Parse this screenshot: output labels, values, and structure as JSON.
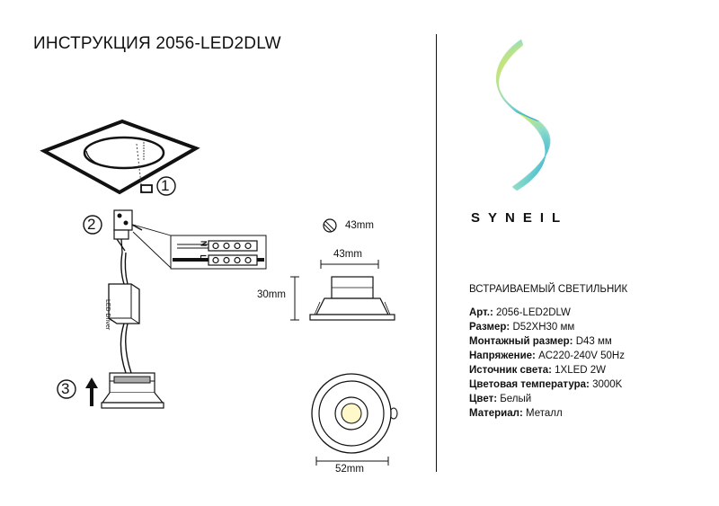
{
  "document": {
    "title": "ИНСТРУКЦИЯ 2056-LED2DLW"
  },
  "logo": {
    "brand": "SYNEIL",
    "colors": [
      "#e6e84a",
      "#7fd6d0",
      "#1aa8d9"
    ]
  },
  "diagram": {
    "step_labels": [
      "1",
      "2",
      "3"
    ],
    "terminal_labels": {
      "neutral": "N",
      "line": "L"
    },
    "driver_label": "LED Driver",
    "cutout_label": "43mm",
    "width_label": "43mm",
    "height_label": "30mm",
    "diameter_label": "52mm"
  },
  "product": {
    "heading": "ВСТРАИВАЕМЫЙ СВЕТИЛЬНИК",
    "specs": [
      {
        "label": "Арт.:",
        "value": "2056-LED2DLW"
      },
      {
        "label": "Размер:",
        "value": "D52XH30 мм"
      },
      {
        "label": "Монтажный размер:",
        "value": "D43 мм"
      },
      {
        "label": "Напряжение:",
        "value": "AC220-240V 50Hz"
      },
      {
        "label": "Источник света:",
        "value": "1XLED 2W"
      },
      {
        "label": "Цветовая температура:",
        "value": "3000K"
      },
      {
        "label": "Цвет:",
        "value": "Белый"
      },
      {
        "label": "Материал:",
        "value": "Металл"
      }
    ]
  }
}
